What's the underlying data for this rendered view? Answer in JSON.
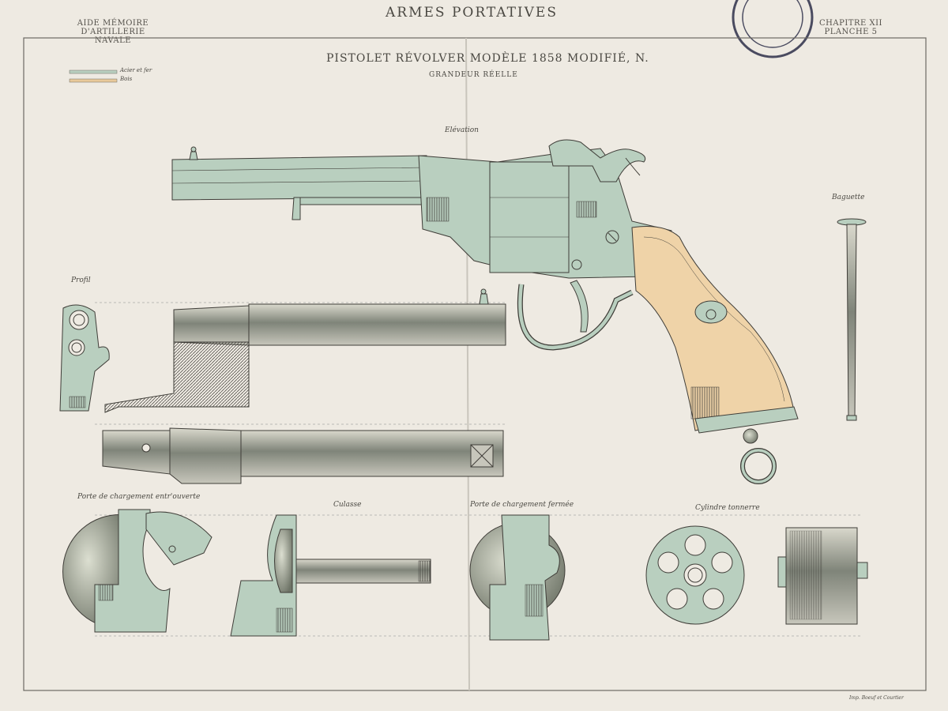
{
  "header": {
    "top_title": "ARMES PORTATIVES",
    "left_line1": "AIDE MÉMOIRE",
    "left_line2": "D'ARTILLERIE NAVALE",
    "right_line1": "CHAPITRE XII",
    "right_line2": "PLANCHE 5"
  },
  "plate": {
    "title": "PISTOLET RÉVOLVER MODÈLE 1858 MODIFIÉ, N.",
    "subtitle": "GRANDEUR RÉELLE",
    "printer": "Imp. Boeuf et Courtier"
  },
  "legend": [
    {
      "label": "Acier et fer",
      "color": "#b9cfbf"
    },
    {
      "label": "Bois",
      "color": "#e8c99a"
    }
  ],
  "views": {
    "elevation": "Elévation",
    "baguette": "Baguette",
    "profil": "Profil",
    "porte_ouverte": "Porte de chargement entr'ouverte",
    "culasse": "Culasse",
    "porte_fermee": "Porte de chargement fermée",
    "cylindre": "Cylindre tonnerre"
  },
  "colors": {
    "paper": "#eeeae2",
    "steel": "#b9cfbf",
    "wood": "#efd3a8",
    "ink": "#3f3d38"
  }
}
